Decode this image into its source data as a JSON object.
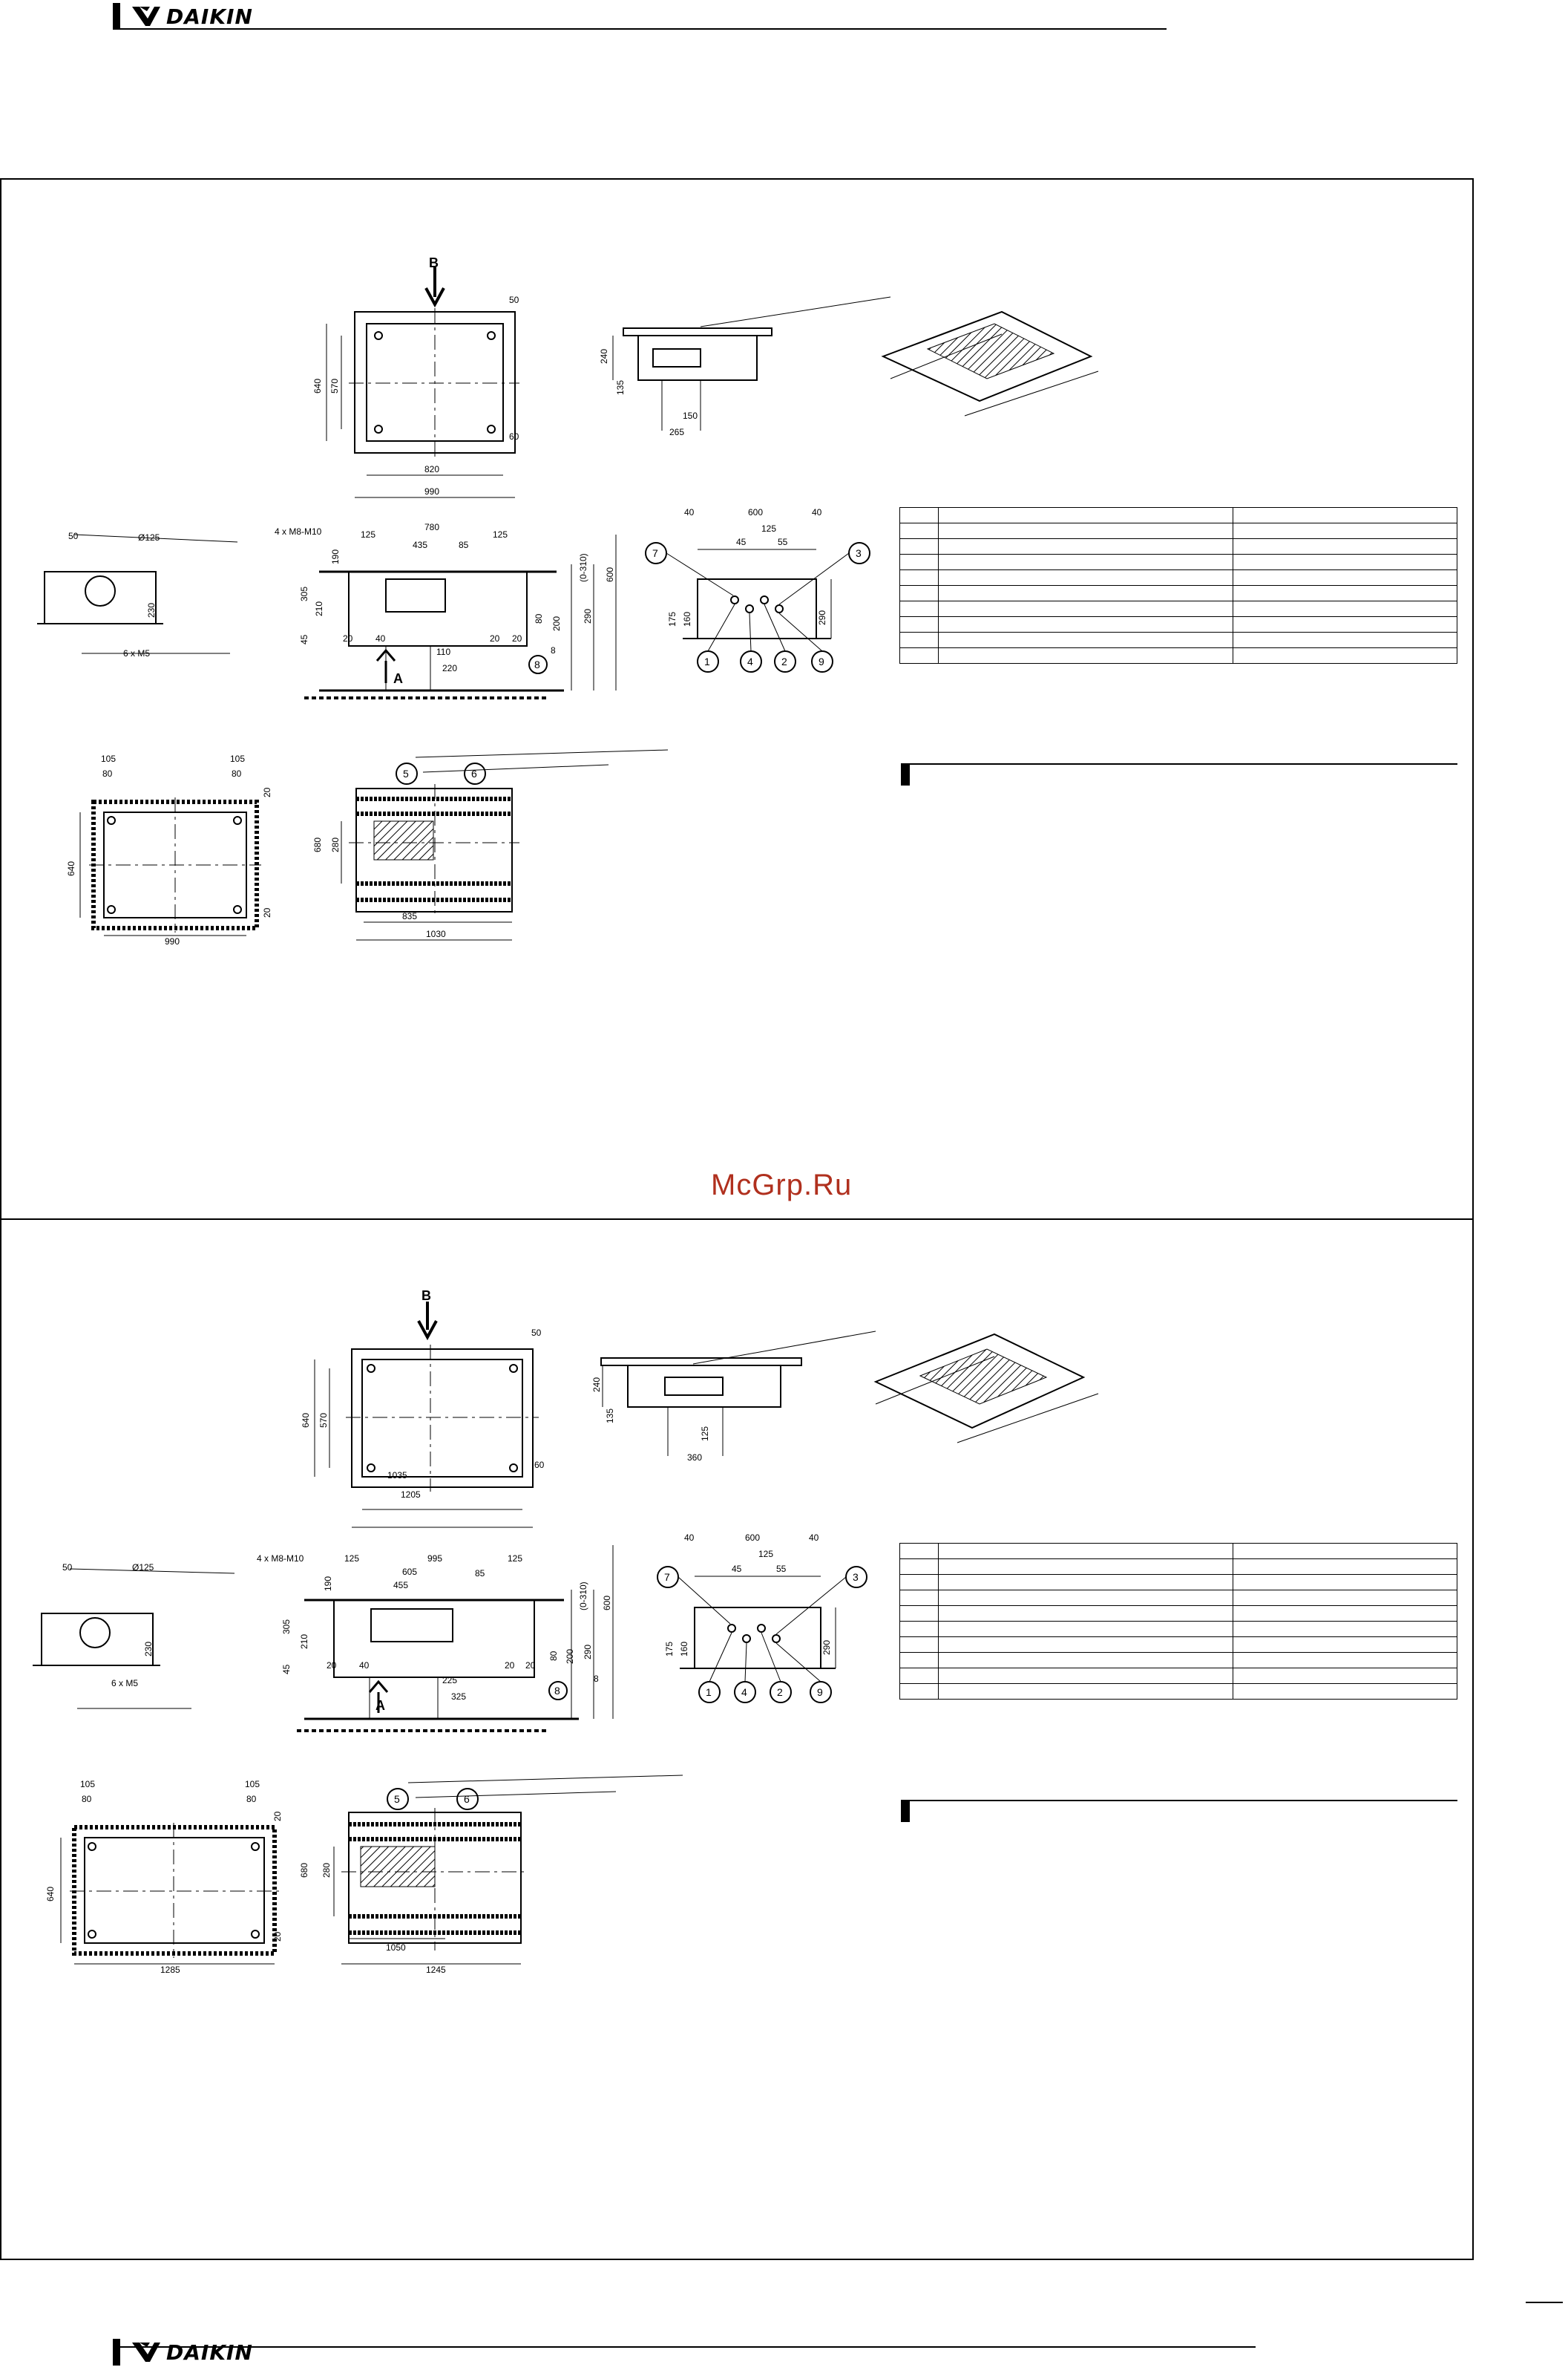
{
  "header": {
    "brand": "DAIKIN"
  },
  "footer": {
    "brand": "DAIKIN"
  },
  "watermark": "McGrp.Ru",
  "sections": [
    {
      "top_view": {
        "arrow_label": "B",
        "dims": [
          "50",
          "640",
          "570",
          "820",
          "990",
          "60"
        ]
      },
      "side_view": {
        "dims": [
          "240",
          "135",
          "150",
          "265"
        ]
      },
      "end_view": {
        "dims": [
          "50",
          "Ø125",
          "230",
          "6 x M5"
        ]
      },
      "front_view": {
        "dims": [
          "4 x M8-M10",
          "125",
          "780",
          "125",
          "435",
          "85",
          "190",
          "305",
          "210",
          "45",
          "20",
          "40",
          "110",
          "220",
          "20",
          "20",
          "80",
          "200",
          "290",
          "(0-310)",
          "600",
          "8"
        ],
        "arrow_label": "A",
        "callout": "8"
      },
      "drain_view": {
        "dims": [
          "40",
          "600",
          "40",
          "125",
          "45",
          "55",
          "175",
          "160",
          "290"
        ],
        "callouts": [
          "7",
          "3",
          "1",
          "4",
          "2",
          "9"
        ]
      },
      "ceiling_view": {
        "dims": [
          "105",
          "80",
          "105",
          "80",
          "20",
          "640",
          "20",
          "990"
        ]
      },
      "grille_view": {
        "dims": [
          "680",
          "280",
          "835",
          "1030"
        ],
        "callouts": [
          "5",
          "6"
        ]
      }
    },
    {
      "top_view": {
        "arrow_label": "B",
        "dims": [
          "50",
          "640",
          "570",
          "1035",
          "1205",
          "60"
        ]
      },
      "side_view": {
        "dims": [
          "240",
          "135",
          "125",
          "360"
        ]
      },
      "end_view": {
        "dims": [
          "50",
          "Ø125",
          "230",
          "6 x M5"
        ]
      },
      "front_view": {
        "dims": [
          "4 x M8-M10",
          "125",
          "995",
          "125",
          "605",
          "455",
          "85",
          "190",
          "305",
          "210",
          "45",
          "20",
          "40",
          "225",
          "325",
          "20",
          "20",
          "80",
          "200",
          "290",
          "(0-310)",
          "600",
          "8"
        ],
        "arrow_label": "A",
        "callout": "8"
      },
      "drain_view": {
        "dims": [
          "40",
          "600",
          "40",
          "125",
          "45",
          "55",
          "175",
          "160",
          "290"
        ],
        "callouts": [
          "7",
          "3",
          "1",
          "4",
          "2",
          "9"
        ]
      },
      "ceiling_view": {
        "dims": [
          "105",
          "80",
          "105",
          "80",
          "20",
          "640",
          "20",
          "1285"
        ]
      },
      "grille_view": {
        "dims": [
          "680",
          "280",
          "1050",
          "1245"
        ],
        "callouts": [
          "5",
          "6"
        ]
      }
    }
  ]
}
